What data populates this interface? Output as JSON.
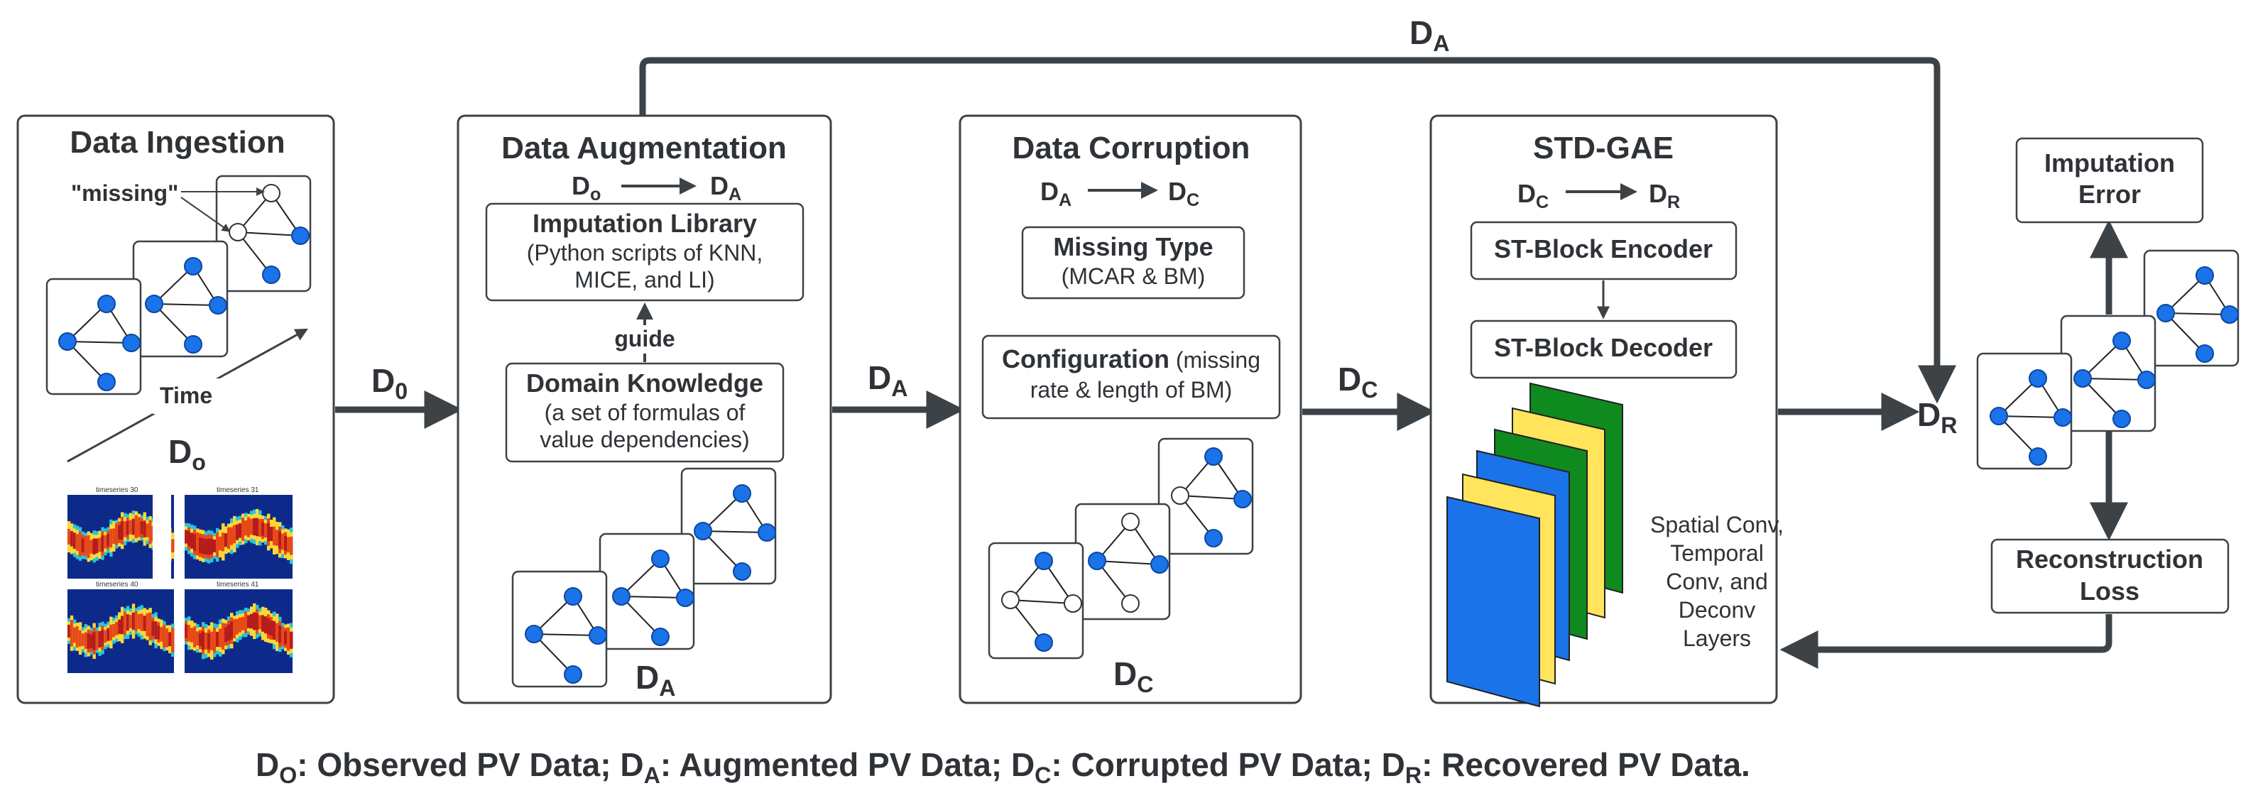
{
  "panels": {
    "ingestion": {
      "title": "Data Ingestion",
      "missing_label": "\"missing\"",
      "time_label": "Time",
      "d_label": "D",
      "d_sub": "o",
      "heatmap_titles": [
        "timeseries 30",
        "timeseries 31",
        "timeseries 40",
        "timeseries 41"
      ]
    },
    "augmentation": {
      "title": "Data Augmentation",
      "flow_from": "D",
      "flow_from_sub": "o",
      "flow_to": "D",
      "flow_to_sub": "A",
      "library_title": "Imputation Library",
      "library_line1": "(Python scripts of KNN,",
      "library_line2": "MICE, and LI)",
      "guide_label": "guide",
      "knowledge_title": "Domain Knowledge",
      "knowledge_line1": "(a set of formulas of",
      "knowledge_line2": "value dependencies)",
      "d_label": "D",
      "d_sub": "A"
    },
    "corruption": {
      "title": "Data Corruption",
      "flow_from": "D",
      "flow_from_sub": "A",
      "flow_to": "D",
      "flow_to_sub": "C",
      "missing_type_title": "Missing Type",
      "missing_type_body": "(MCAR & BM)",
      "config_title": "Configuration",
      "config_body1": " (missing",
      "config_body2": "rate & length of BM)",
      "d_label": "D",
      "d_sub": "C"
    },
    "stdgae": {
      "title": "STD-GAE",
      "flow_from": "D",
      "flow_from_sub": "C",
      "flow_to": "D",
      "flow_to_sub": "R",
      "encoder_label": "ST-Block Encoder",
      "decoder_label": "ST-Block Decoder",
      "layers_lines": [
        "Spatial Conv,",
        "Temporal",
        "Conv, and",
        "Deconv",
        "Layers"
      ]
    }
  },
  "outputs": {
    "imputation_error_lines": [
      "Imputation",
      "Error"
    ],
    "reconstruction_loss_lines": [
      "Reconstruction",
      "Loss"
    ]
  },
  "flow_labels": {
    "d0": {
      "main": "D",
      "sub": "0"
    },
    "da_mid": {
      "main": "D",
      "sub": "A"
    },
    "dc": {
      "main": "D",
      "sub": "C"
    },
    "dr": {
      "main": "D",
      "sub": "R"
    },
    "da_top": {
      "main": "D",
      "sub": "A"
    }
  },
  "legend": [
    {
      "main": "D",
      "sub": "O",
      "text": ": Observed PV Data;"
    },
    {
      "main": "D",
      "sub": "A",
      "text": ": Augmented PV Data;"
    },
    {
      "main": "D",
      "sub": "C",
      "text": ": Corrupted PV Data;"
    },
    {
      "main": "D",
      "sub": "R",
      "text": ": Recovered PV Data."
    }
  ],
  "colors": {
    "node_blue": "#1a73e8",
    "layer_blue": "#1a73e8",
    "layer_yellow": "#ffe45c",
    "layer_green": "#0f8a1f",
    "line": "#3d4246"
  }
}
